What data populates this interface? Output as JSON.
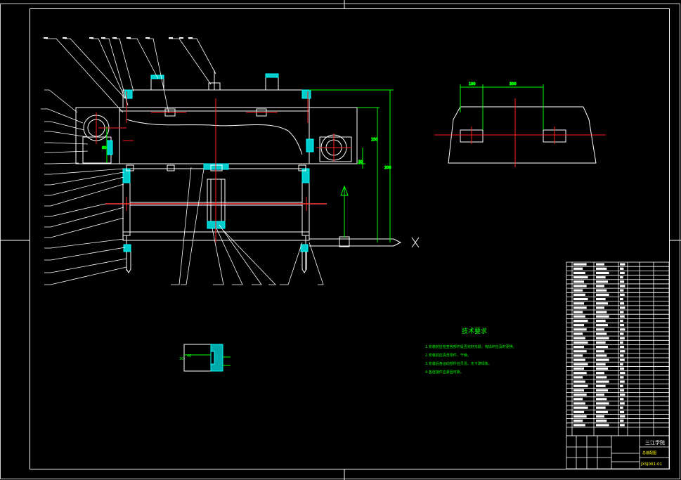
{
  "drawing": {
    "tech_req_title": "技术要求",
    "tech_req_lines": [
      "1.安装前应检查各部件是否完好无损，有损坏应及时更换。",
      "2.安装前应清洗零件，干燥。",
      "3.安装后各运动部件应灵活，无卡滞现象。",
      "4.各连接件应紧固可靠。"
    ],
    "title_block": {
      "school": "三江学院",
      "drawing_name": "总装配图",
      "drawing_number": "JXSJ001-01"
    },
    "colors": {
      "background": "#000000",
      "outline": "#ffffff",
      "center": "#ff0000",
      "dimension": "#00ff00",
      "hatch": "#00ffff",
      "text": "#00ff00",
      "highlight": "#ffff00"
    }
  }
}
